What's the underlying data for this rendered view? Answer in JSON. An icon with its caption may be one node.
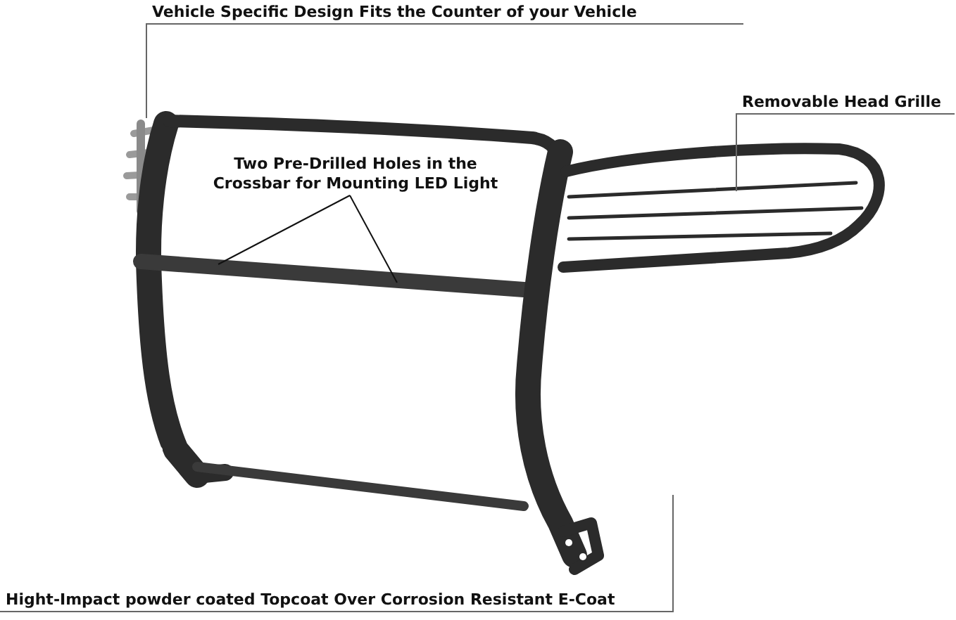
{
  "diagram": {
    "nodes": [
      {
        "text": [
          "Vehicle Specific Design Fits the Counter of your Vehicle"
        ]
      },
      {
        "text": [
          "Removable Head Grille"
        ]
      },
      {
        "text": [
          "Two Pre-Drilled Holes in the Crossbar for Mounting LED Light"
        ]
      },
      {
        "text": [
          "Hight-Impact powder coated Topcoat Over Corrosion Resistant E-Coat"
        ]
      }
    ],
    "edges": [
      {
        "from": 0,
        "to": null,
        "arrow": "none"
      },
      {
        "from": 1,
        "to": null,
        "arrow": "none"
      },
      {
        "from": 2,
        "to": null,
        "arrow": "none"
      },
      {
        "from": 2,
        "to": null,
        "arrow": "none"
      },
      {
        "from": 3,
        "to": null,
        "arrow": "none"
      }
    ]
  }
}
